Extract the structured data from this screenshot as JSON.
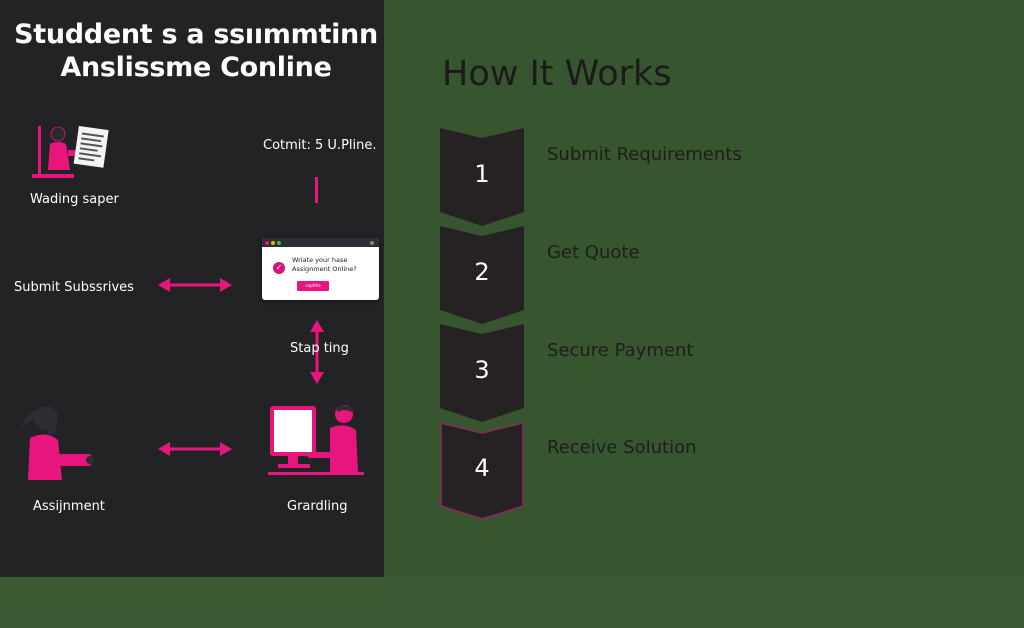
{
  "left": {
    "title_line1": "Studdent s a ssıımmtinn",
    "title_line2": "Anslissme Conline",
    "label_top_right": "Cotmit:  5 U.Pline.",
    "label_wading": "Wading saper",
    "label_submit": "Submit Subssrives",
    "label_stap": "Stap ting",
    "label_assignment": "Assijnment",
    "label_grading": "Grardling",
    "dialog_text_line1": "Wriate your hase",
    "dialog_text_line2": "Assignment Online?",
    "dialog_button": "ceptthe"
  },
  "right": {
    "title": "How It Works",
    "steps": [
      {
        "number": "1",
        "label": "Submit Requirements"
      },
      {
        "number": "2",
        "label": "Get Quote"
      },
      {
        "number": "3",
        "label": "Secure Payment"
      },
      {
        "number": "4",
        "label": "Receive Solution"
      }
    ]
  },
  "colors": {
    "accent": "#e8157f",
    "left_bg": "#232326",
    "right_bg": "#37552f",
    "step_fill": "#262224"
  }
}
